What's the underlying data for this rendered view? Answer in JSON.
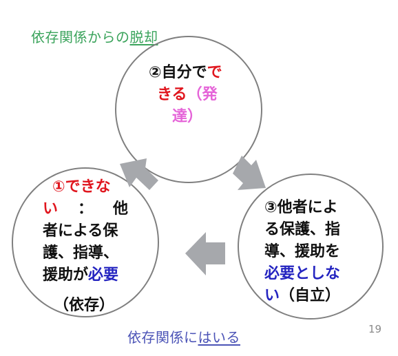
{
  "title_top": {
    "prefix": "依存関係からの",
    "underlined": "脱却"
  },
  "title_bottom": {
    "prefix": "依存関係に",
    "underlined": "はいる"
  },
  "page_number": "19",
  "stage2": {
    "num": "②",
    "black1": "自分で",
    "red1": "で",
    "red2": "きる",
    "pink": "（発",
    "pink2": "達）"
  },
  "stage1": {
    "red_line": "①できな",
    "row2_a": "い",
    "row2_b": "：",
    "row2_c": "他",
    "line3": "者による保",
    "line4": "護、指導、",
    "line5_black": "援助が",
    "line5_blue": "必要",
    "line6": "（依存）"
  },
  "stage3": {
    "line1": "③他者によ",
    "line2": "る保護、指",
    "line3": "導、援助を",
    "line4_blue": "必要としな",
    "line5_blue": "い",
    "line5_black": "（自立）"
  },
  "colors": {
    "arrow": "#a6a8ac",
    "circle": "#7f7f7f",
    "red": "#e0161e",
    "pink": "#e564d8",
    "blue": "#2424c0",
    "green": "#3aa35b"
  }
}
